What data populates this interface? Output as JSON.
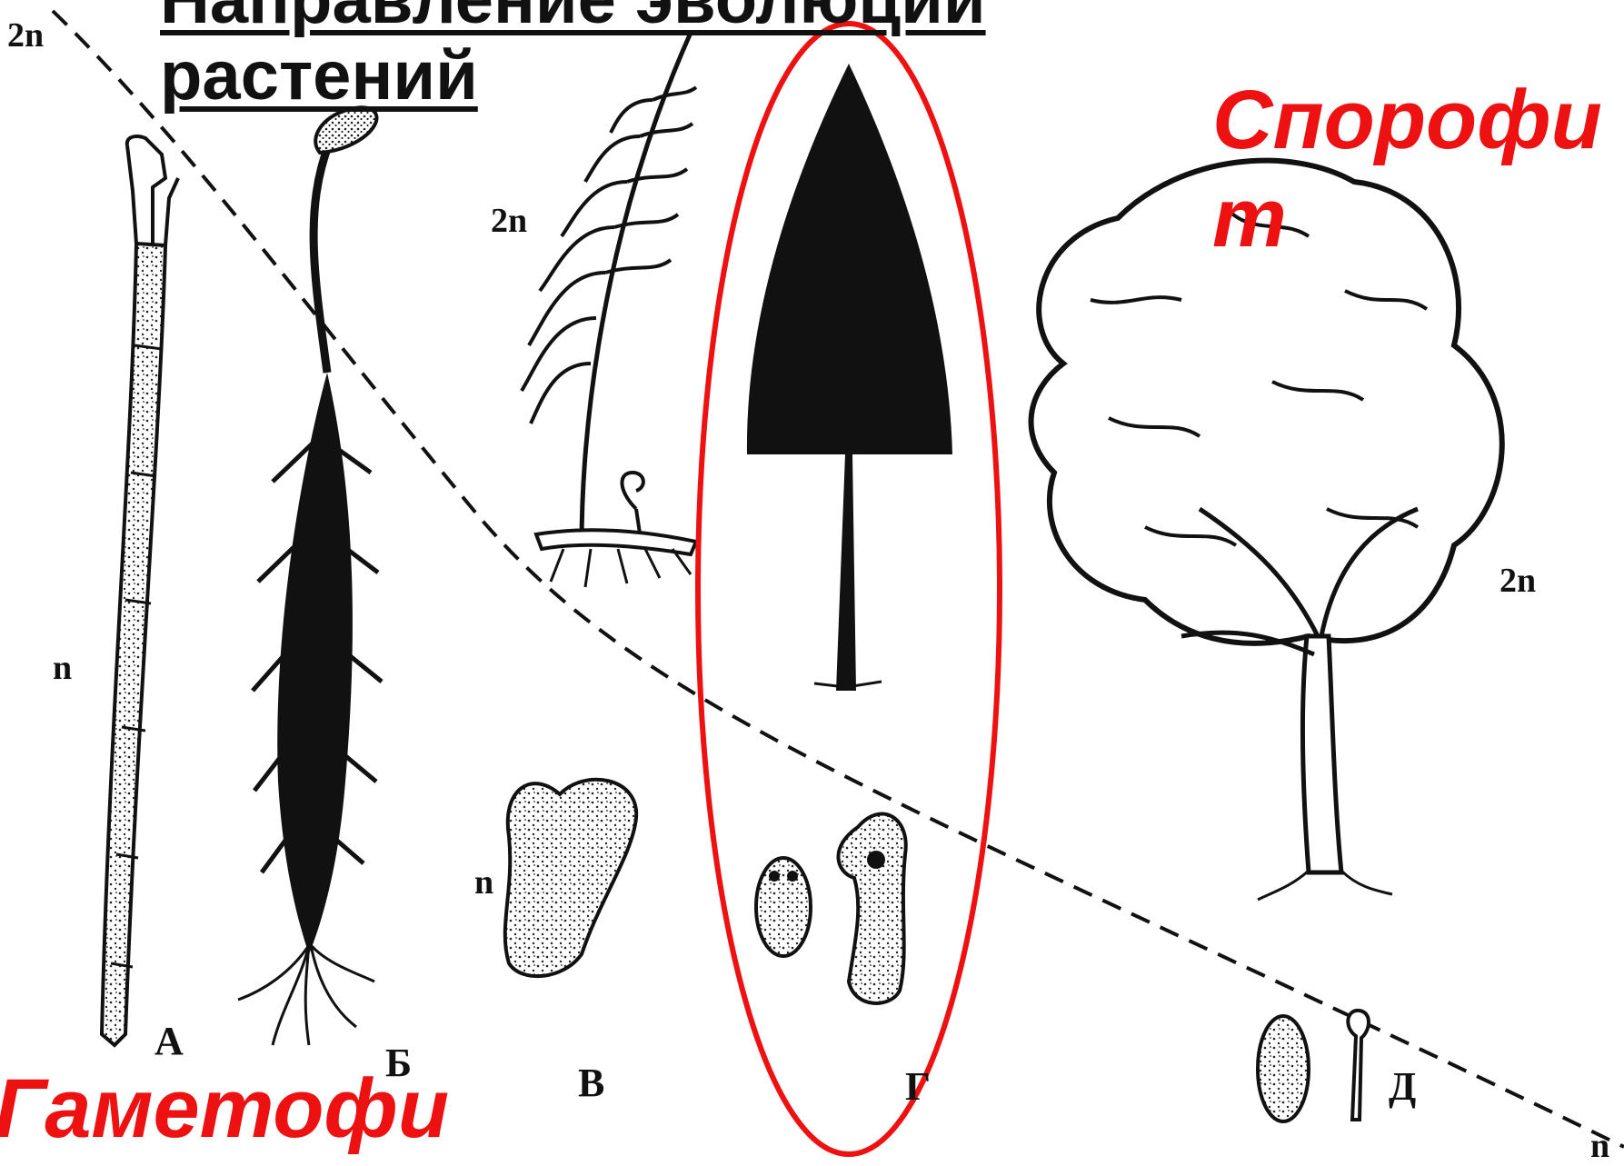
{
  "title": {
    "line1": "Направление эволюции",
    "line2": "растений"
  },
  "labels": {
    "sporophyte_line1": "Спорофи",
    "sporophyte_line2": "т",
    "gametophyte": "Гаметофи"
  },
  "ploidy": {
    "diploid": "2n",
    "haploid": "n"
  },
  "stage_letters": [
    "А",
    "Б",
    "В",
    "Г",
    "Д"
  ],
  "colors": {
    "highlight": "#ee1111",
    "title_text": "#111111",
    "label_text": "#ee1111",
    "line": "#111111"
  },
  "icons": [
    "algae-filament-icon",
    "moss-plant-icon",
    "moss-capsule-icon",
    "fern-frond-icon",
    "fern-prothallus-icon",
    "conifer-tree-icon",
    "pollen-grain-icon",
    "deciduous-tree-icon",
    "seed-embryo-sac-icon"
  ]
}
